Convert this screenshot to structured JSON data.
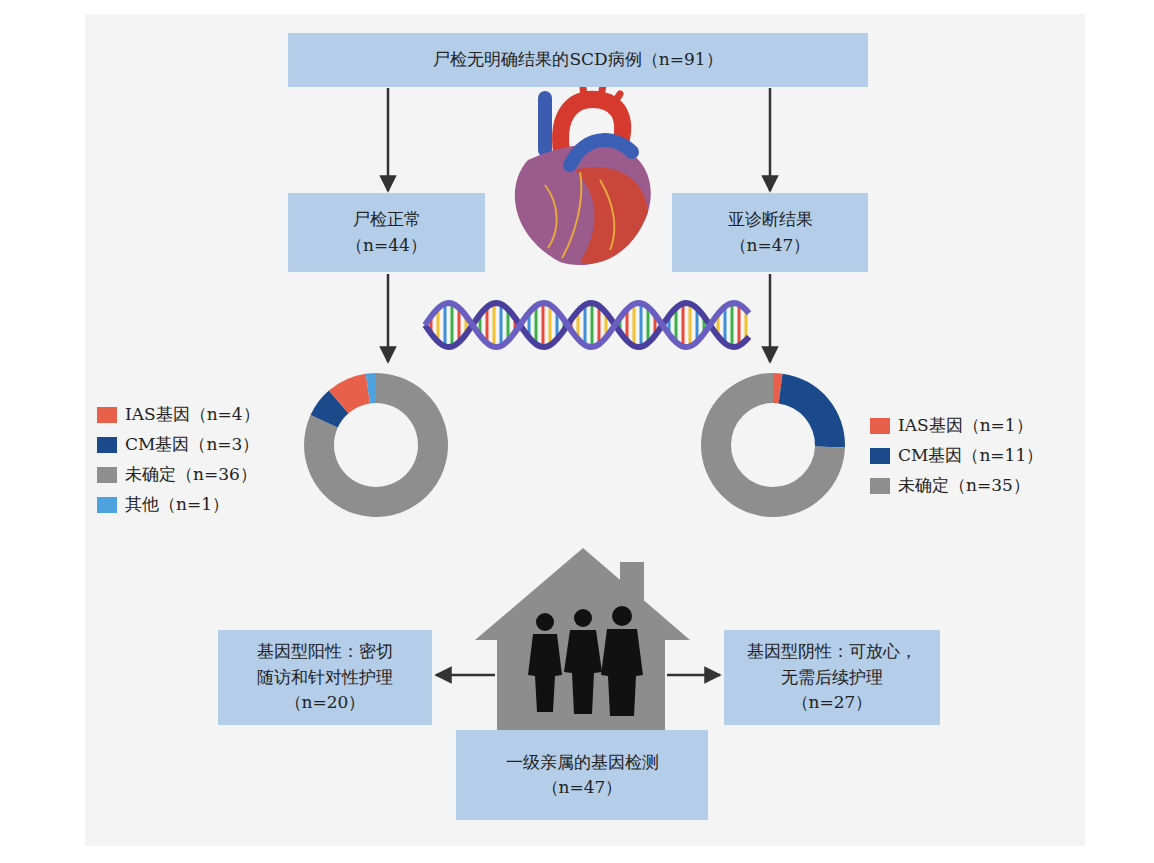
{
  "diagram": {
    "nodes": [
      {
        "text": [
          "尸检无明确结果的SCD病例（n=91）"
        ]
      },
      {
        "text": [
          "尸检正常 （n=44）"
        ]
      },
      {
        "text": [
          "亚诊断结果 （n=47）"
        ]
      },
      {
        "text": [
          "基因型阳性：密切随访和针对性护理 （n=20）"
        ]
      },
      {
        "text": [
          "一级亲属的基因检测 （n=47）"
        ]
      },
      {
        "text": [
          "基因型阴性：可放心，无需后续护理 （n=27）"
        ]
      }
    ],
    "edges": [
      {
        "from": 0,
        "to": 1,
        "arrow": "to"
      },
      {
        "from": 0,
        "to": 2,
        "arrow": "to"
      }
    ],
    "legend": [
      {
        "text": "IAS基因（n=4）",
        "color": "#e8604a"
      },
      {
        "text": "CM基因（n=3）",
        "color": "#1b4a8c"
      },
      {
        "text": "未确定（n=36）",
        "color": "#8e8e8e"
      },
      {
        "text": "其他（n=1）",
        "color": "#4ea3de"
      },
      {
        "text": "IAS基因（n=1）",
        "color": "#e8604a"
      },
      {
        "text": "CM基因（n=11）",
        "color": "#1b4a8c"
      },
      {
        "text": "未确定（n=35）",
        "color": "#8e8e8e"
      }
    ]
  }
}
